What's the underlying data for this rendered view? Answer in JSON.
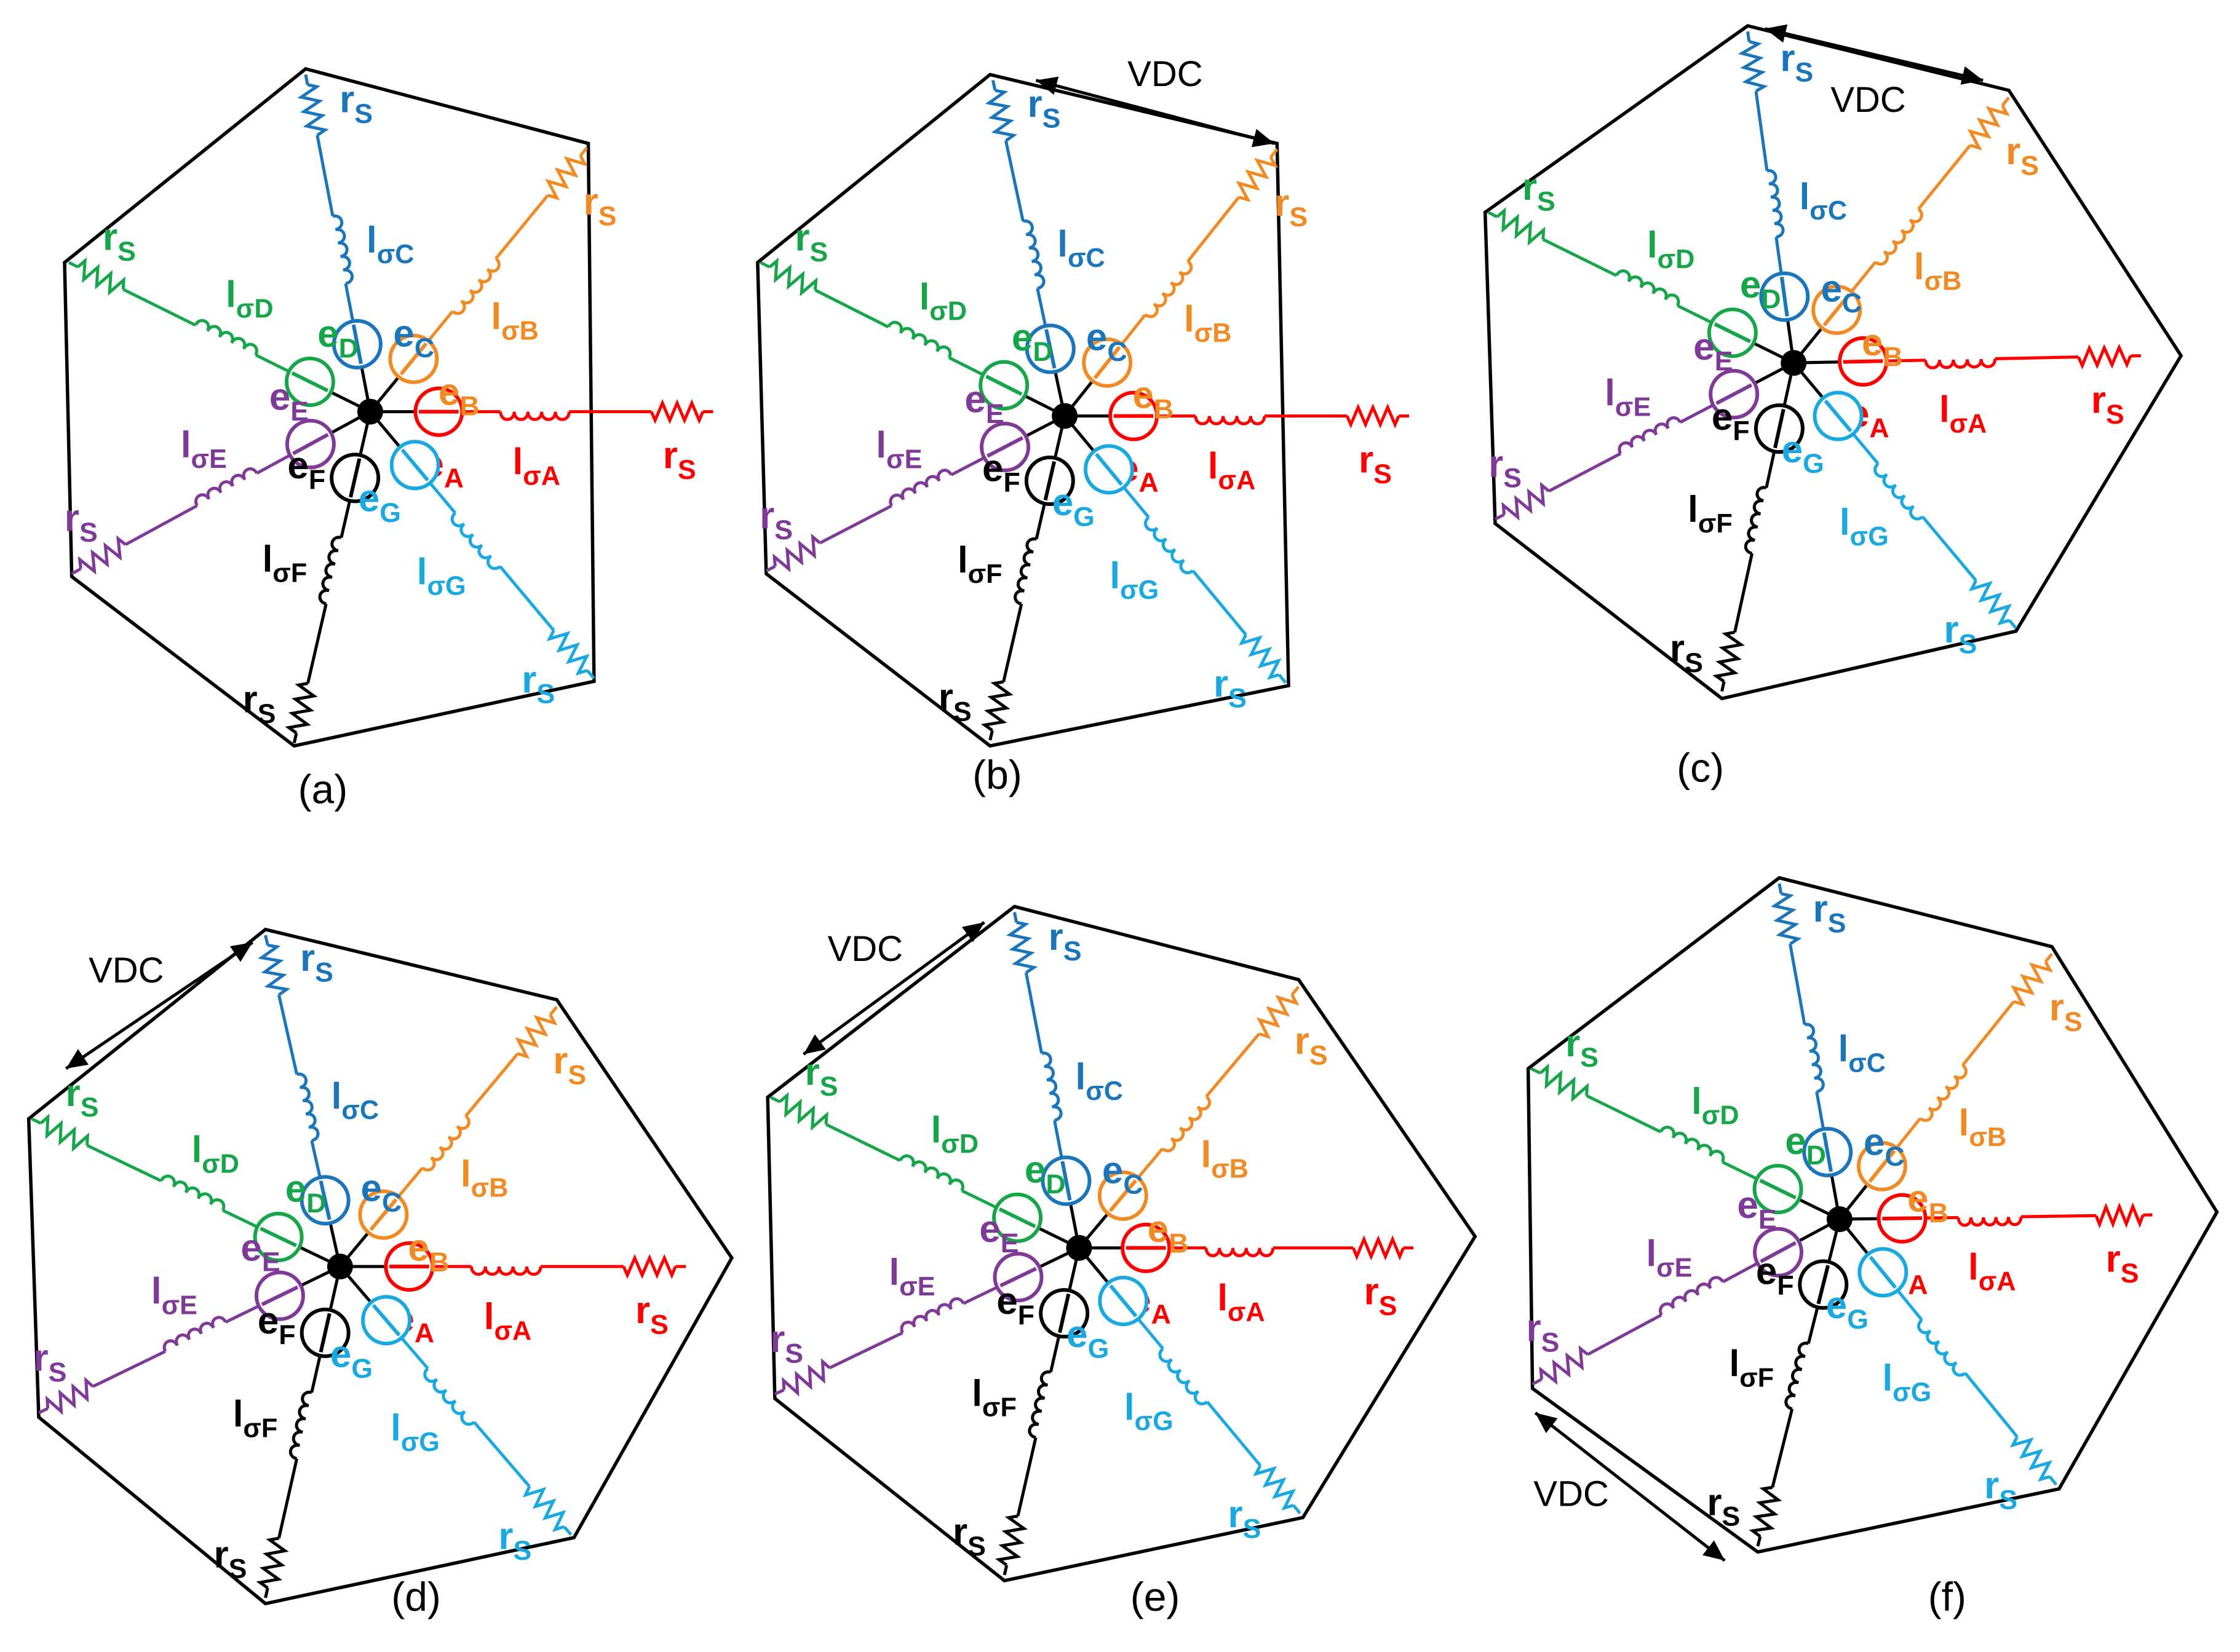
{
  "labels": {
    "rs_main": "r",
    "rs_sub": "S",
    "l_main": "l",
    "l_sigma": "σ",
    "e_main": "e",
    "vdc": "VDC"
  },
  "phases": [
    {
      "id": "A",
      "color": "#ff0000"
    },
    {
      "id": "B",
      "color": "#f28a24"
    },
    {
      "id": "C",
      "color": "#1a75bb"
    },
    {
      "id": "D",
      "color": "#17a54a"
    },
    {
      "id": "E",
      "color": "#7f3a98"
    },
    {
      "id": "F",
      "color": "#000000"
    },
    {
      "id": "G",
      "color": "#1aa8e0"
    }
  ],
  "diagrams": [
    {
      "caption": "(a)",
      "vdc": false
    },
    {
      "caption": "(b)",
      "vdc": true
    },
    {
      "caption": "(c)",
      "vdc": true
    },
    {
      "caption": "(d)",
      "vdc": true
    },
    {
      "caption": "(e)",
      "vdc": true
    },
    {
      "caption": "(f)",
      "vdc": true
    }
  ]
}
